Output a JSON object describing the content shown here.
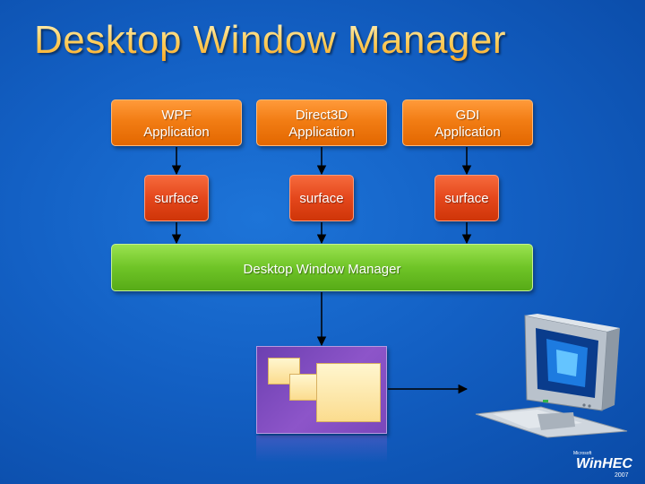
{
  "title": "Desktop Window Manager",
  "apps": [
    {
      "line1": "WPF",
      "line2": "Application"
    },
    {
      "line1": "Direct3D",
      "line2": "Application"
    },
    {
      "line1": "GDI",
      "line2": "Application"
    }
  ],
  "surfaces": [
    "surface",
    "surface",
    "surface"
  ],
  "dwm_label": "Desktop Window Manager",
  "logo": {
    "brand": "Microsoft",
    "name": "WinHEC",
    "year": "2007"
  },
  "colors": {
    "app": "#f27d14",
    "surface": "#e4471c",
    "dwm": "#6fc427",
    "desktop": "#8d55c9",
    "background": "#1360c4",
    "title": "#ffc24a"
  }
}
